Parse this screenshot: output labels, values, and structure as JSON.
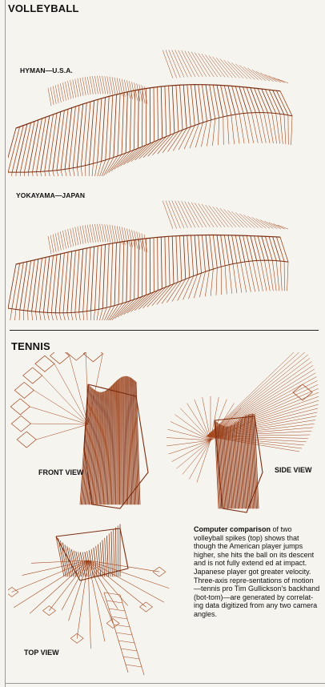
{
  "sections": {
    "volleyball_title": "VOLLEYBALL",
    "tennis_title": "TENNIS"
  },
  "athletes": {
    "top": "HYMAN—U.S.A.",
    "bottom": "YOKAYAMA—JAPAN"
  },
  "views": {
    "front": "FRONT VIEW",
    "side": "SIDE VIEW",
    "top": "TOP VIEW"
  },
  "caption": {
    "lead": "Computer comparison",
    "body": "of two volleyball spikes (top) shows that though the American player jumps higher, she hits the ball on its descent and is not fully extend ed at impact. Japanese player got greater velocity. Three-axis repre-sentations of motion—tennis pro Tim Gullickson's backhand (bot-tom)—are generated by correlat-ing data digitized from any two camera angles."
  },
  "colors": {
    "ink": "#a4461c",
    "ink_dark": "#7d2e10"
  }
}
